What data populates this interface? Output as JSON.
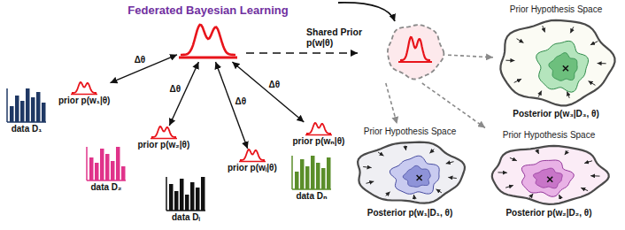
{
  "diagram": {
    "nodes": [
      {
        "text": [
          "Federated Bayesian Learning"
        ]
      },
      {
        "text": [
          "prior p(w₁|θ)"
        ]
      },
      {
        "text": [
          "data D₁"
        ]
      },
      {
        "text": [
          "prior p(w₂|θ)"
        ]
      },
      {
        "text": [
          "data D₂"
        ]
      },
      {
        "text": [
          "prior p(wᵢ|θ)"
        ]
      },
      {
        "text": [
          "data Dᵢ"
        ]
      },
      {
        "text": [
          "prior p(wₙ|θ)"
        ]
      },
      {
        "text": [
          "data Dₙ"
        ]
      },
      {
        "text": [
          "Shared Prior p(w|θ)"
        ]
      },
      {
        "text": [
          "Prior Hypothesis Space",
          "Posterior p(w₃|D₃, θ)"
        ]
      },
      {
        "text": [
          "Prior Hypothesis Space",
          "Posterior p(w₁|D₁, θ)"
        ]
      },
      {
        "text": [
          "Prior Hypothesis Space",
          "Posterior p(w₂|D₂, θ)"
        ]
      }
    ],
    "edges": [
      {
        "from": 0,
        "to": 1,
        "label": "Δθ",
        "arrow": "both"
      },
      {
        "from": 0,
        "to": 3,
        "label": "Δθ",
        "arrow": "both"
      },
      {
        "from": 0,
        "to": 5,
        "label": "Δθ",
        "arrow": "both"
      },
      {
        "from": 0,
        "to": 7,
        "label": "Δθ",
        "arrow": "both"
      },
      {
        "from": 9,
        "to": 10,
        "arrow": "to"
      },
      {
        "from": 9,
        "to": 11,
        "arrow": "to"
      },
      {
        "from": 9,
        "to": 12,
        "arrow": "to"
      }
    ]
  }
}
